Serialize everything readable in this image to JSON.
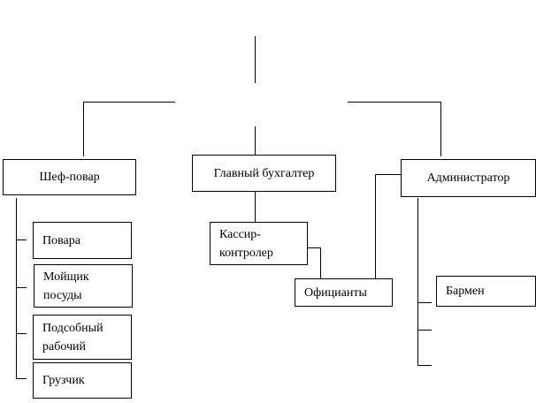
{
  "nodes": {
    "chef": "Шеф-повар",
    "chief_accountant": "Главный бухгалтер",
    "administrator": "Администратор",
    "cooks": "Повара",
    "dishwasher": "Мойщик посуды",
    "helper": "Подсобный рабочий",
    "loader": "Грузчик",
    "cashier": "Кассир-контролер",
    "waiters": "Официанты",
    "bartender": "Бармен"
  }
}
